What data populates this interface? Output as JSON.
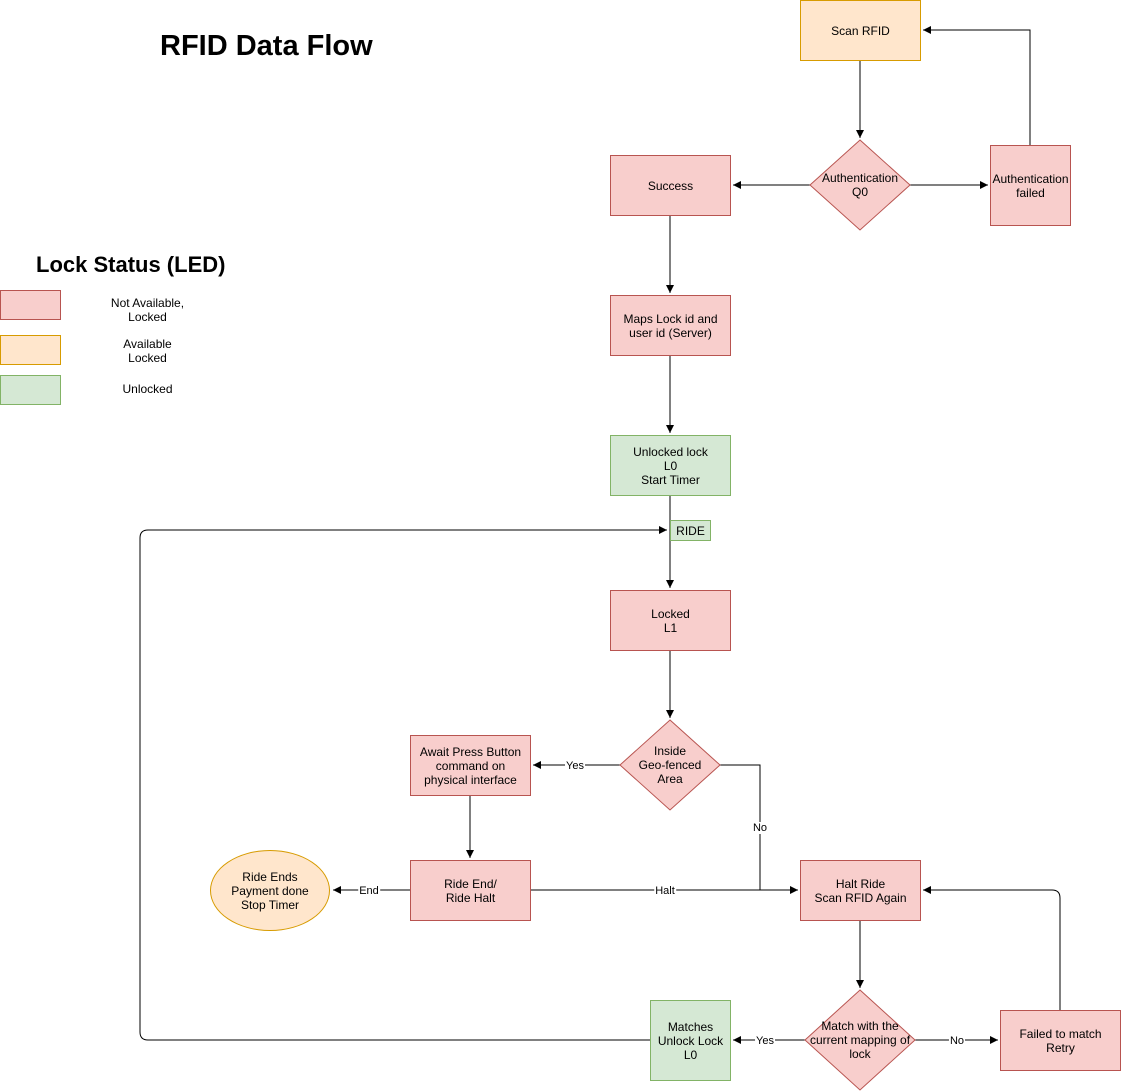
{
  "title": "RFID Data Flow",
  "legend": {
    "heading": "Lock Status (LED)",
    "items": [
      {
        "label": "Not Available,\nLocked",
        "color": "#f8cecc",
        "border": "#b85450"
      },
      {
        "label": "Available\nLocked",
        "color": "#ffe6cc",
        "border": "#d79b00"
      },
      {
        "label": "Unlocked",
        "color": "#d5e8d4",
        "border": "#82b366"
      }
    ]
  },
  "nodes": {
    "scan_rfid": "Scan RFID",
    "auth_q0": "Authentication\nQ0",
    "success": "Success",
    "auth_failed": "Authentication\nfailed",
    "maps_lock": "Maps Lock id and\nuser id (Server)",
    "unlocked_l0": "Unlocked lock\nL0\nStart Timer",
    "ride": "RIDE",
    "locked_l1": "Locked\nL1",
    "inside_geo": "Inside\nGeo-fenced\nArea",
    "await_press": "Await Press Button\ncommand on\nphysical interface",
    "ride_end": "Ride End/\nRide Halt",
    "ride_ends": "Ride Ends\nPayment done\nStop Timer",
    "halt_ride": "Halt Ride\nScan RFID Again",
    "match_mapping": "Match with the\ncurrent mapping of\nlock",
    "matches_unlock": "Matches\nUnlock Lock\nL0",
    "failed_match": "Failed to match\nRetry"
  },
  "edge_labels": {
    "yes_geo": "Yes",
    "no_geo": "No",
    "end": "End",
    "halt": "Halt",
    "yes_match": "Yes",
    "no_match": "No"
  }
}
